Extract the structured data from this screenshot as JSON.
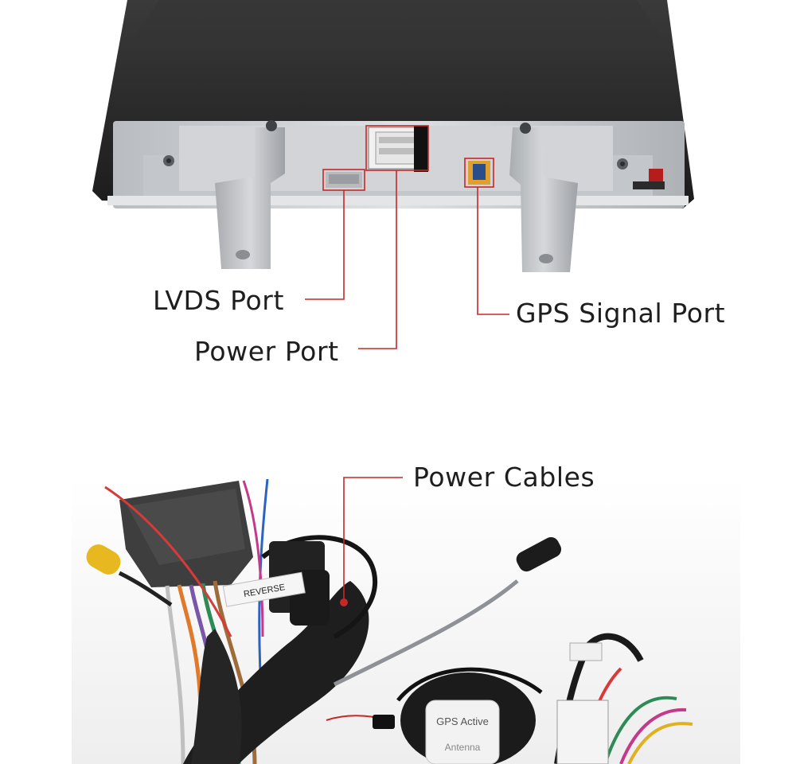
{
  "callouts": {
    "lvds_port": "LVDS Port",
    "power_port": "Power Port",
    "gps_signal_port": "GPS Signal Port",
    "power_cables": "Power Cables"
  },
  "product_labels": {
    "reverse_tag": "REVERSE",
    "gps_antenna_line1": "GPS Active",
    "gps_antenna_line2": "Antenna"
  },
  "colors": {
    "callout_line": "#c62828",
    "unit_body": "#2b2b2b",
    "bracket_metal": "#c9ccd0",
    "connector_yellow": "#e8b820"
  }
}
